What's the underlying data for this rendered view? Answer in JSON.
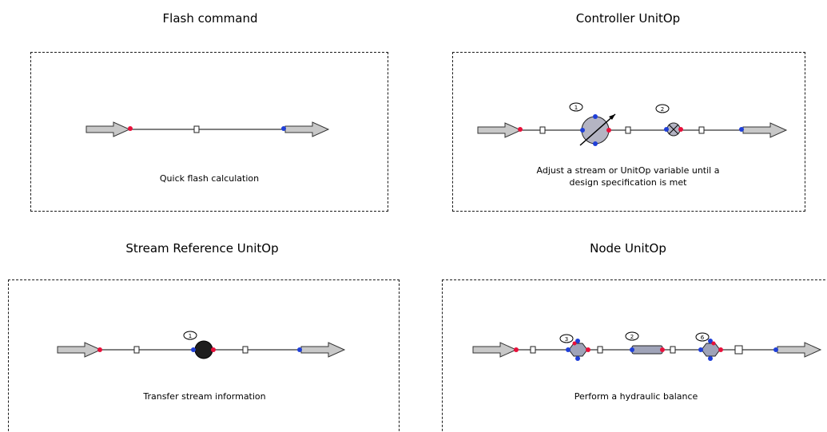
{
  "colors": {
    "arrow_fill": "#c8c8c8",
    "unitop_fill": "#b4b4c3",
    "port_inlet": "#e8103a",
    "port_outlet": "#1f3fd8",
    "line": "#000000",
    "node_fill": "#9fa3b8",
    "stream_ref_fill": "#1e1e1e"
  },
  "panels": {
    "flash": {
      "title": "Flash command",
      "caption": "Quick flash calculation"
    },
    "controller": {
      "title": "Controller UnitOp",
      "caption_line1": "Adjust a stream or UnitOp variable until a",
      "caption_line2": "design specification is met",
      "unit_labels": [
        "1",
        "2"
      ]
    },
    "stream_reference": {
      "title": "Stream Reference UnitOp",
      "caption": "Transfer stream information",
      "unit_labels": [
        "1"
      ]
    },
    "node": {
      "title": "Node UnitOp",
      "caption": "Perform a hydraulic balance",
      "unit_labels": [
        "3",
        "2",
        "6"
      ]
    }
  },
  "icons": [
    "feed-arrow-icon",
    "product-arrow-icon",
    "stream-marker-icon",
    "controller-icon",
    "valve-icon",
    "stream-reference-icon",
    "node-icon",
    "pipe-icon"
  ]
}
